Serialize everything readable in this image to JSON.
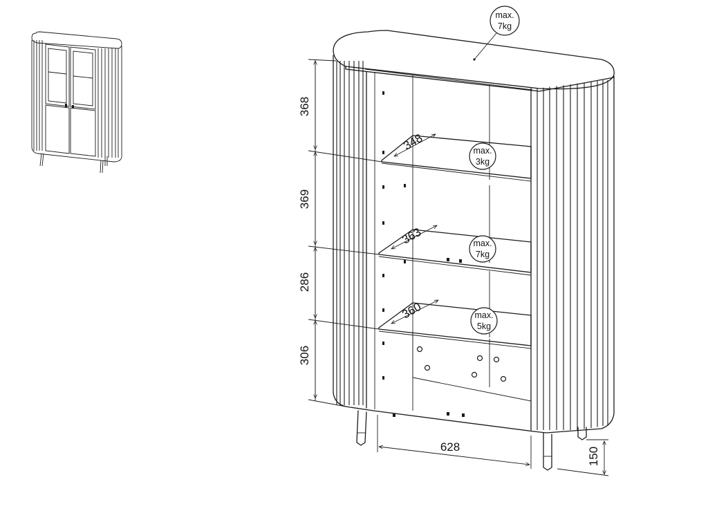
{
  "dimensions": {
    "compartment_heights": [
      "368",
      "369",
      "286",
      "306"
    ],
    "shelf_depths": [
      "348",
      "363",
      "360"
    ],
    "inner_width": "628",
    "leg_height": "150"
  },
  "load_limits": {
    "top": {
      "line1": "max.",
      "line2": "7kg"
    },
    "shelf_1": {
      "line1": "max.",
      "line2": "3kg"
    },
    "shelf_2": {
      "line1": "max.",
      "line2": "7kg"
    },
    "shelf_3": {
      "line1": "max.",
      "line2": "5kg"
    }
  },
  "colors": {
    "line": "#1a1a1a",
    "background": "#ffffff"
  }
}
